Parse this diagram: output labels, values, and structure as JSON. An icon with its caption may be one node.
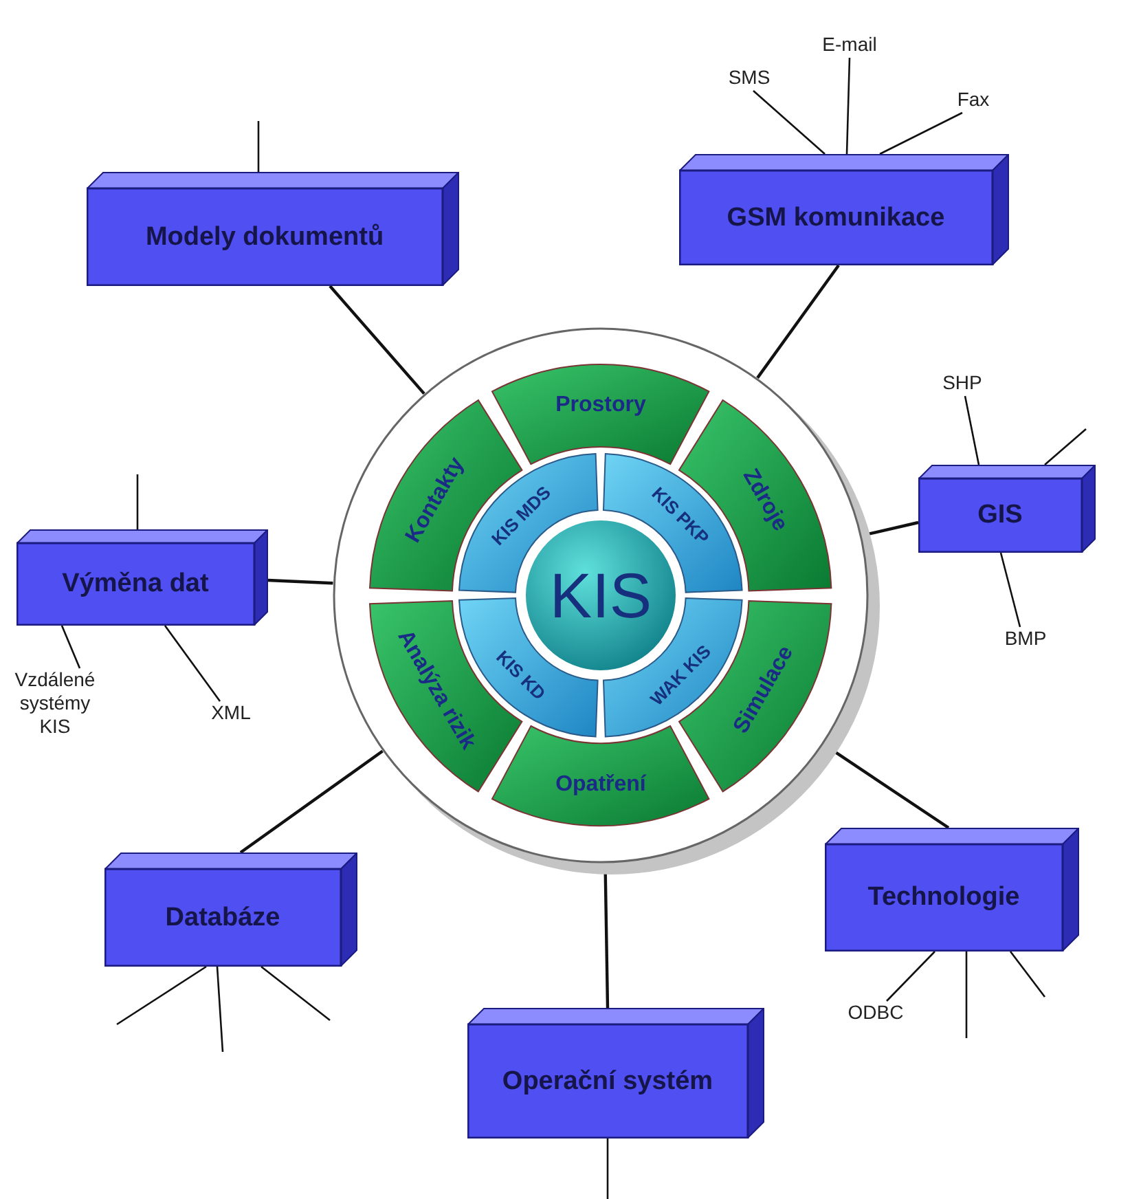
{
  "diagram": {
    "nodes": [
      {
        "text": [],
        "shape": "circle"
      },
      {
        "text": [
          "Prostory"
        ],
        "in": 0
      },
      {
        "text": [
          "Zdroje"
        ],
        "in": 0
      },
      {
        "text": [
          "Simulace"
        ],
        "in": 0
      },
      {
        "text": [
          "Opatření"
        ],
        "in": 0
      },
      {
        "text": [
          "Analýza rizik"
        ],
        "in": 0
      },
      {
        "text": [
          "Kontakty"
        ],
        "in": 0
      },
      {
        "text": [
          "KIS MDS"
        ],
        "in": 0
      },
      {
        "text": [
          "KIS PKP"
        ],
        "in": 0
      },
      {
        "text": [
          "WAK KIS"
        ],
        "in": 0
      },
      {
        "text": [
          "KIS KD"
        ],
        "in": 0
      },
      {
        "text": [
          "KIS"
        ],
        "in": 0
      },
      {
        "text": [
          "Modely dokumentů"
        ]
      },
      {
        "text": [
          "GSM komunikace"
        ]
      },
      {
        "text": [
          "GIS"
        ]
      },
      {
        "text": [
          "Výměna dat"
        ]
      },
      {
        "text": [
          "Technologie"
        ]
      },
      {
        "text": [
          "Databáze"
        ]
      },
      {
        "text": [
          "Operační systém"
        ]
      },
      {
        "text": [
          "SMS"
        ]
      },
      {
        "text": [
          "E-mail"
        ]
      },
      {
        "text": [
          "Fax"
        ]
      },
      {
        "text": [
          "SHP"
        ]
      },
      {
        "text": [
          "BMP"
        ]
      },
      {
        "text": [
          "Vzdálené systémy KIS"
        ]
      },
      {
        "text": [
          "XML"
        ]
      },
      {
        "text": [
          "ODBC"
        ]
      }
    ],
    "edges": [
      {
        "from": 12,
        "to": 0,
        "arrow": "none"
      },
      {
        "from": 13,
        "to": 0,
        "arrow": "none"
      },
      {
        "from": 14,
        "to": 0,
        "arrow": "none"
      },
      {
        "from": 15,
        "to": 0,
        "arrow": "none"
      },
      {
        "from": 16,
        "to": 0,
        "arrow": "none"
      },
      {
        "from": 17,
        "to": 0,
        "arrow": "none"
      },
      {
        "from": 18,
        "to": 0,
        "arrow": "none"
      },
      {
        "from": 19,
        "to": 13,
        "arrow": "none"
      },
      {
        "from": 20,
        "to": 13,
        "arrow": "none"
      },
      {
        "from": 21,
        "to": 13,
        "arrow": "none"
      },
      {
        "from": 22,
        "to": 14,
        "arrow": "none"
      },
      {
        "from": 23,
        "to": 14,
        "arrow": "none"
      },
      {
        "from": 24,
        "to": 15,
        "arrow": "none"
      },
      {
        "from": 25,
        "to": 15,
        "arrow": "none"
      },
      {
        "from": 26,
        "to": 16,
        "arrow": "none"
      },
      {
        "from": null,
        "to": 12,
        "arrow": "none"
      },
      {
        "from": null,
        "to": 15,
        "arrow": "none"
      },
      {
        "from": null,
        "to": 14,
        "arrow": "none"
      },
      {
        "from": null,
        "to": 17,
        "arrow": "none"
      },
      {
        "from": null,
        "to": 17,
        "arrow": "none"
      },
      {
        "from": null,
        "to": 17,
        "arrow": "none"
      },
      {
        "from": null,
        "to": 16,
        "arrow": "none"
      },
      {
        "from": null,
        "to": 16,
        "arrow": "none"
      },
      {
        "from": 18,
        "to": null,
        "arrow": "none"
      }
    ]
  }
}
